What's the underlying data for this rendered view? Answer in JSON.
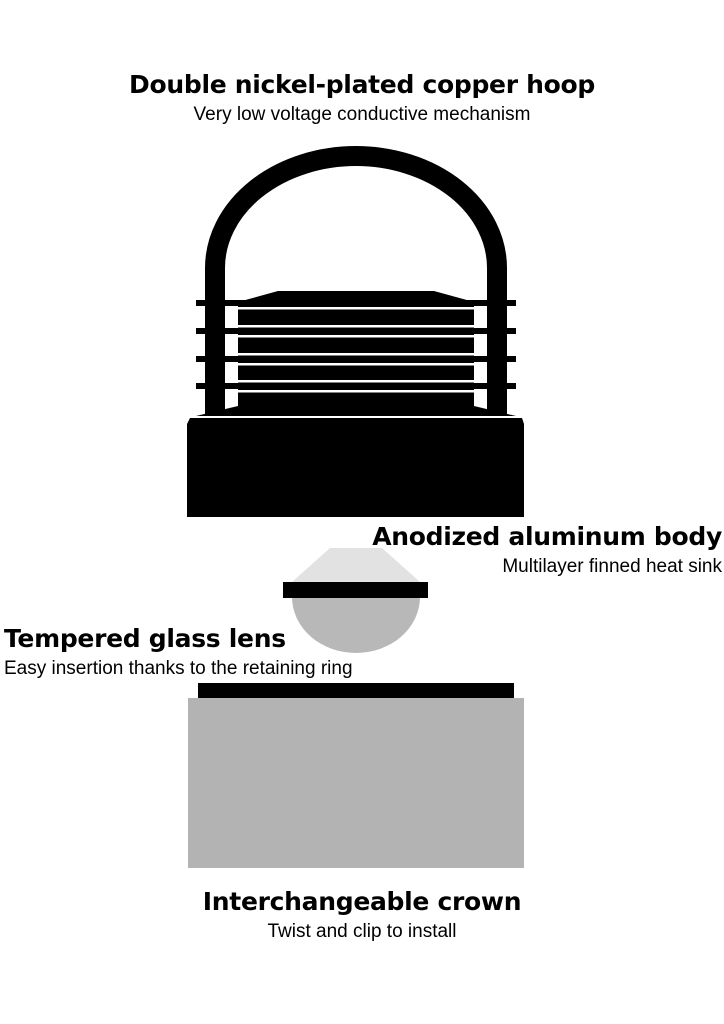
{
  "labels": {
    "hoop": {
      "title": "Double nickel-plated copper hoop",
      "subtitle": "Very low voltage conductive mechanism"
    },
    "body": {
      "title": "Anodized aluminum body",
      "subtitle": "Multilayer finned heat sink"
    },
    "lens": {
      "title": "Tempered glass lens",
      "subtitle": "Easy insertion thanks to the retaining ring"
    },
    "crown": {
      "title": "Interchangeable crown",
      "subtitle": "Twist and clip to install"
    }
  },
  "colors": {
    "ink": "#000000",
    "background": "#ffffff",
    "lens_top": "#e2e2e2",
    "lens_bottom": "#b8b8b8",
    "crown": "#b3b3b3",
    "fin_gap": "#ffffff"
  },
  "parts": [
    "hoop",
    "finned-heat-sink",
    "body-base",
    "glass-lens",
    "retaining-ring",
    "crown-rim",
    "crown"
  ]
}
